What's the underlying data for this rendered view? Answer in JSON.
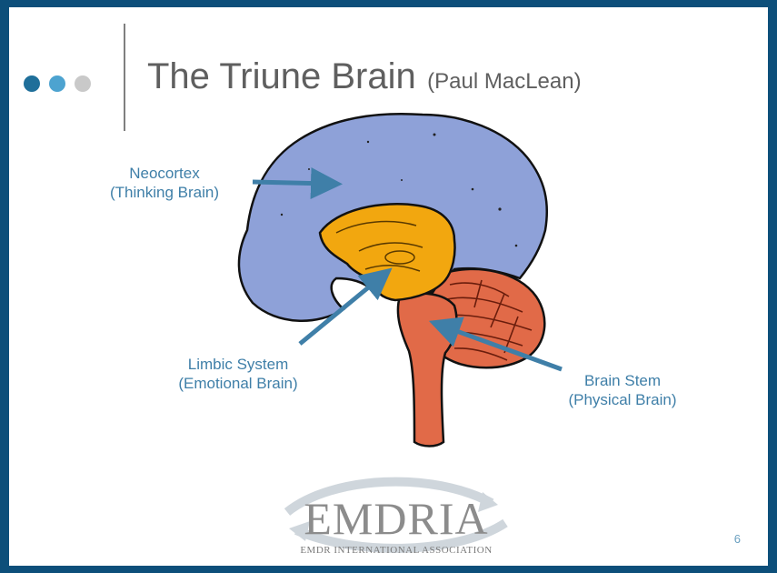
{
  "slide": {
    "title": "The Triune Brain",
    "title_sub": "(Paul MacLean)",
    "page_number": "6"
  },
  "labels": {
    "neocortex_line1": "Neocortex",
    "neocortex_line2": "(Thinking Brain)",
    "limbic_line1": "Limbic System",
    "limbic_line2": "(Emotional Brain)",
    "stem_line1": "Brain Stem",
    "stem_line2": "(Physical Brain)"
  },
  "logo": {
    "name": "EMDRIA",
    "tagline": "EMDR INTERNATIONAL ASSOCIATION"
  },
  "colors": {
    "frame": "#0d4f7a",
    "neocortex": "#8ea1d8",
    "limbic": "#f2a70f",
    "brainstem": "#e16a48",
    "arrow": "#3f7fa8",
    "dot1": "#1f6f9a",
    "dot2": "#4da3d0",
    "dot3": "#c9c9c9"
  }
}
